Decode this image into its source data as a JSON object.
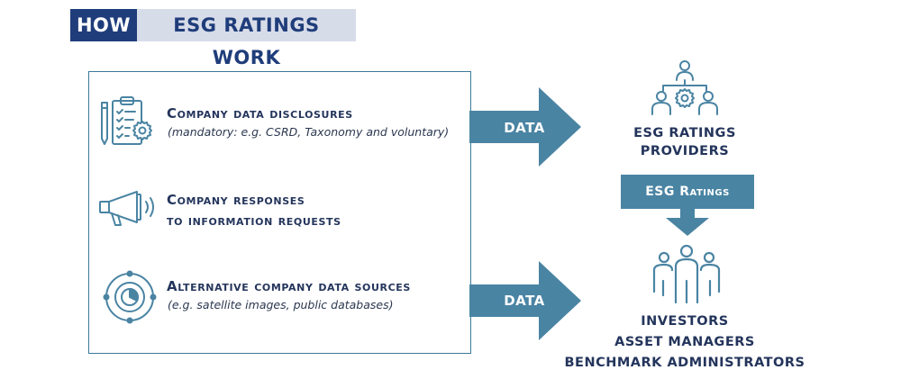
{
  "title": {
    "prefix": "HOW",
    "main": "ESG RATINGS WORK"
  },
  "sources": [
    {
      "title": "Company data disclosures",
      "subtitle": "(mandatory: e.g. CSRD, Taxonomy and voluntary)",
      "icon": "clipboard-checklist-icon"
    },
    {
      "title_line1": "Company responses",
      "title_line2": "to information requests",
      "icon": "megaphone-icon"
    },
    {
      "title": "Alternative company data sources",
      "subtitle": "(e.g. satellite images, public databases)",
      "icon": "satellite-chart-icon"
    }
  ],
  "arrows": {
    "top_label": "DATA",
    "bottom_label": "DATA"
  },
  "providers": {
    "line1": "ESG RATINGS",
    "line2": "PROVIDERS",
    "icon": "team-gear-icon"
  },
  "ratings_arrow": {
    "label": "ESG Ratings"
  },
  "users": {
    "line1": "INVESTORS",
    "line2": "ASSET MANAGERS",
    "line3": "BENCHMARK ADMINISTRATORS",
    "icon": "group-people-icon"
  },
  "colors": {
    "accent": "#4a84a3",
    "navy": "#1f3d7a",
    "title_bg": "#d7dce9",
    "text": "#24355c"
  }
}
